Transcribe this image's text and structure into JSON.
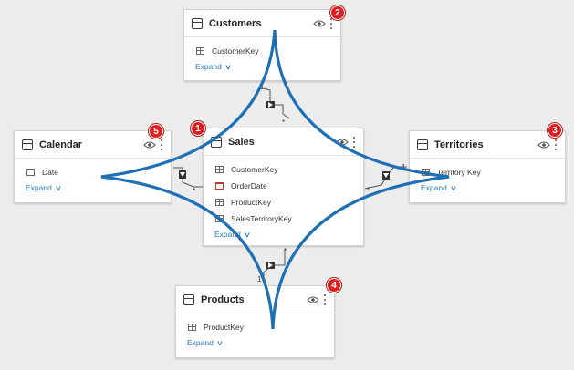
{
  "tables": {
    "customers": {
      "title": "Customers",
      "fields": [
        "CustomerKey"
      ],
      "expand": "Expand"
    },
    "calendar": {
      "title": "Calendar",
      "fields": [
        "Date"
      ],
      "expand": "Expand"
    },
    "sales": {
      "title": "Sales",
      "fields": [
        "CustomerKey",
        "OrderDate",
        "ProductKey",
        "SalesTerritoryKey"
      ],
      "expand": "Expand"
    },
    "territories": {
      "title": "Territories",
      "fields": [
        "Territory Key"
      ],
      "expand": "Expand"
    },
    "products": {
      "title": "Products",
      "fields": [
        "ProductKey"
      ],
      "expand": "Expand"
    }
  },
  "badges": {
    "sales": "1",
    "customers": "2",
    "territories": "3",
    "products": "4",
    "calendar": "5"
  },
  "relationships": {
    "customers_one": "1",
    "customers_many": "*",
    "calendar_one": "1",
    "calendar_many": "*",
    "territories_one": "1",
    "territories_many": "*",
    "products_one": "1",
    "products_many": "*"
  },
  "colors": {
    "star_stroke": "#1f6fb5",
    "badge": "#e02020",
    "link": "#2b78c5"
  },
  "icons": {
    "table": "table-icon",
    "visibility": "eye-icon",
    "more": "more-options-icon",
    "expand": "chevron-down-icon"
  }
}
